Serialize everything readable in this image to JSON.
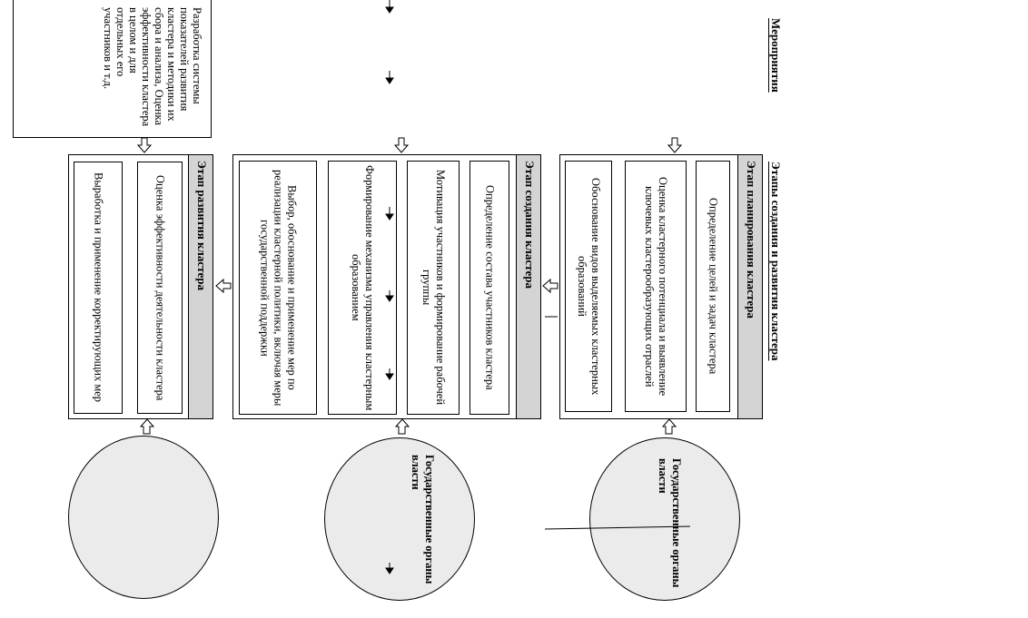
{
  "top_box": {
    "text": "Разработка системы показателей развития кластера и методики их сбора и анализа, Оценка эффективности кластера в целом и для отдельных его участников и т.д."
  },
  "heading_measures": "Мероприятия",
  "heading_stages": "Этапы создания и развития кластера",
  "stages": {
    "planning": {
      "title": "Этап планирования кластера",
      "items": [
        "Определение целей и задач кластера",
        "Оценка кластерного потенциала и выявление ключевых кластерообразующих отраслей",
        "Обоснование видов выделяемых кластерных образований"
      ]
    },
    "creation": {
      "title": "Этап создания кластера",
      "items": [
        "Определение состава участников кластера",
        "Мотивация участников и формирование рабочей группы",
        "Формирование механизма управления кластерным образованием",
        "Выбор, обоснование и применение мер по реализации кластерной политики, включая меры государственной поддержки"
      ]
    },
    "development": {
      "title": "Этап развития кластера",
      "items": [
        "Оценка эффективности деятельности кластера",
        "Выработка и применение корректирующих мер"
      ]
    }
  },
  "circles": {
    "right": "Государственные органы власти",
    "middle": "Государственные органы власти",
    "left": ""
  }
}
